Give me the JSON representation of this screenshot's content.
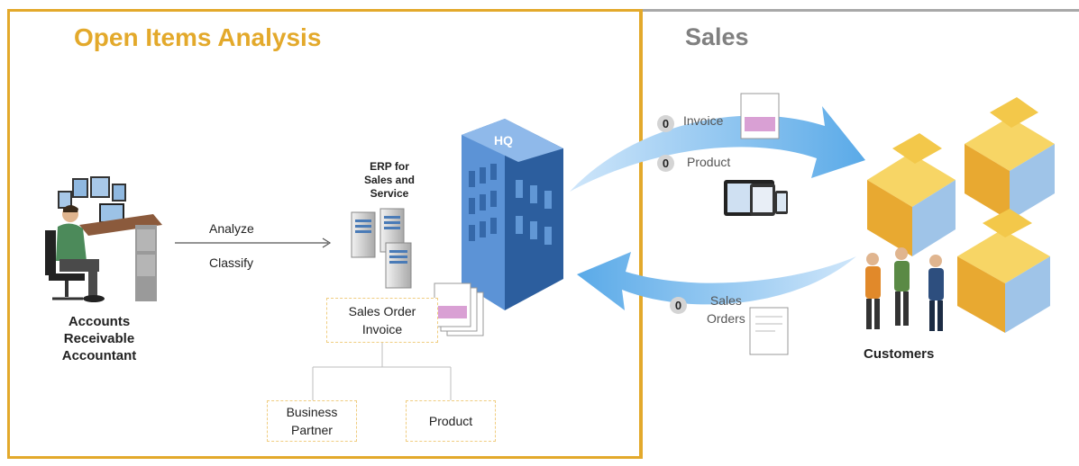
{
  "left_panel": {
    "title": "Open Items Analysis",
    "accountant_label": [
      "Accounts",
      "Receivable",
      "Accountant"
    ],
    "action_analyze": "Analyze",
    "action_classify": "Classify",
    "erp_label": [
      "ERP for",
      "Sales and",
      "Service"
    ],
    "hq_sign": "HQ",
    "sales_order_box": [
      "Sales Order",
      "Invoice"
    ],
    "business_partner_box": [
      "Business",
      "Partner"
    ],
    "product_box": "Product"
  },
  "right_panel": {
    "title": "Sales",
    "flows": [
      {
        "count": "0",
        "label": "Invoice"
      },
      {
        "count": "0",
        "label": "Product"
      },
      {
        "count": "0",
        "label_line1": "Sales",
        "label_line2": "Orders"
      }
    ],
    "customers_label": "Customers"
  },
  "colors": {
    "accent": "#e3a92b",
    "arrow": "#6db3ea",
    "building": "#3a78c4",
    "customer_building": "#f3c84a"
  }
}
